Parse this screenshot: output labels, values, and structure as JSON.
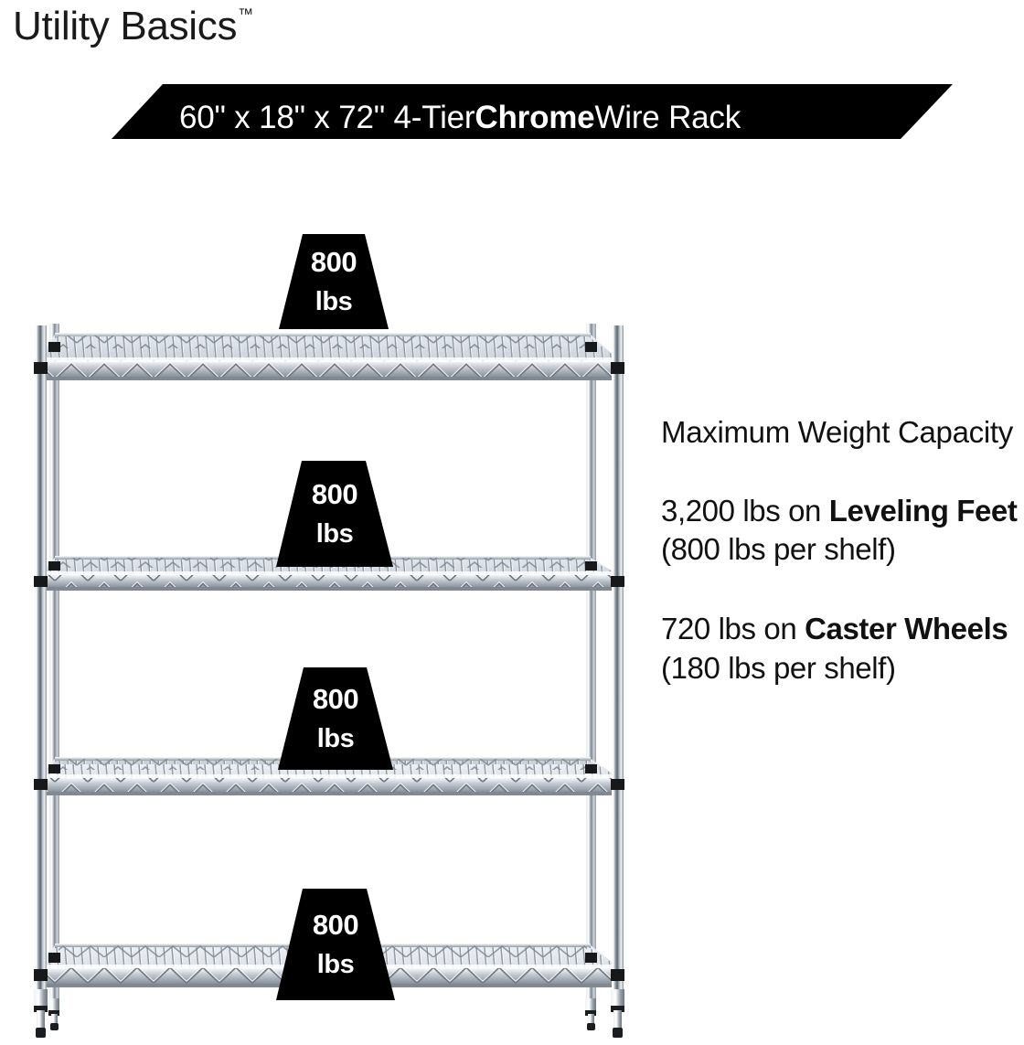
{
  "brand": {
    "name": "Utility Basics",
    "trademark": "™"
  },
  "banner": {
    "dimensions": "60\" x 18\" x 72\" 4-Tier ",
    "emphasis": "Chrome",
    "suffix": " Wire Rack",
    "background": "#000000",
    "text_color": "#ffffff"
  },
  "product": {
    "type": "chrome-wire-shelving-rack",
    "tiers": 4,
    "posts": 4,
    "feet": "leveling-feet"
  },
  "badges": [
    {
      "value": "800",
      "unit": "lbs",
      "shelf": 1
    },
    {
      "value": "800",
      "unit": "lbs",
      "shelf": 2
    },
    {
      "value": "800",
      "unit": "lbs",
      "shelf": 3
    },
    {
      "value": "800",
      "unit": "lbs",
      "shelf": 4
    }
  ],
  "capacity": {
    "heading": "Maximum Weight Capacity",
    "leveling": {
      "total": "3,200 lbs on ",
      "label": "Leveling Feet",
      "detail": " (800 lbs per shelf)"
    },
    "caster": {
      "total": "720 lbs on ",
      "label": "Caster Wheels",
      "detail": " (180 lbs per shelf)"
    }
  },
  "colors": {
    "ink": "#111111",
    "badge_bg": "#000000",
    "badge_text": "#ffffff",
    "page_bg": "#ffffff"
  }
}
